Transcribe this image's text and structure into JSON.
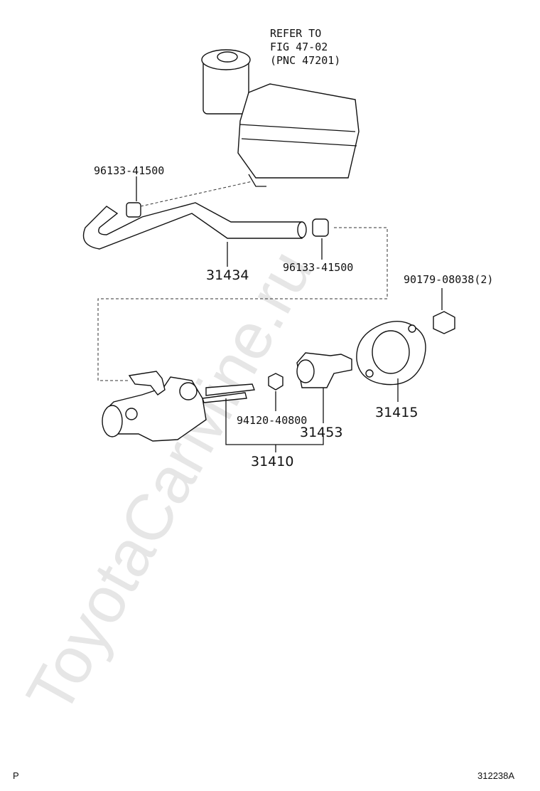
{
  "watermark": "ToyotaCarMine.ru",
  "refer_note": [
    "REFER TO",
    "FIG 47-02",
    "(PNC 47201)"
  ],
  "labels": {
    "clip_top": "96133-41500",
    "hose": "31434",
    "clip_right": "96133-41500",
    "nut": "90179-08038(2)",
    "gasket": "31415",
    "small_nut": "94120-40800",
    "boot": "31453",
    "cylinder": "31410"
  },
  "footer": {
    "left": "P",
    "right": "312238A"
  }
}
